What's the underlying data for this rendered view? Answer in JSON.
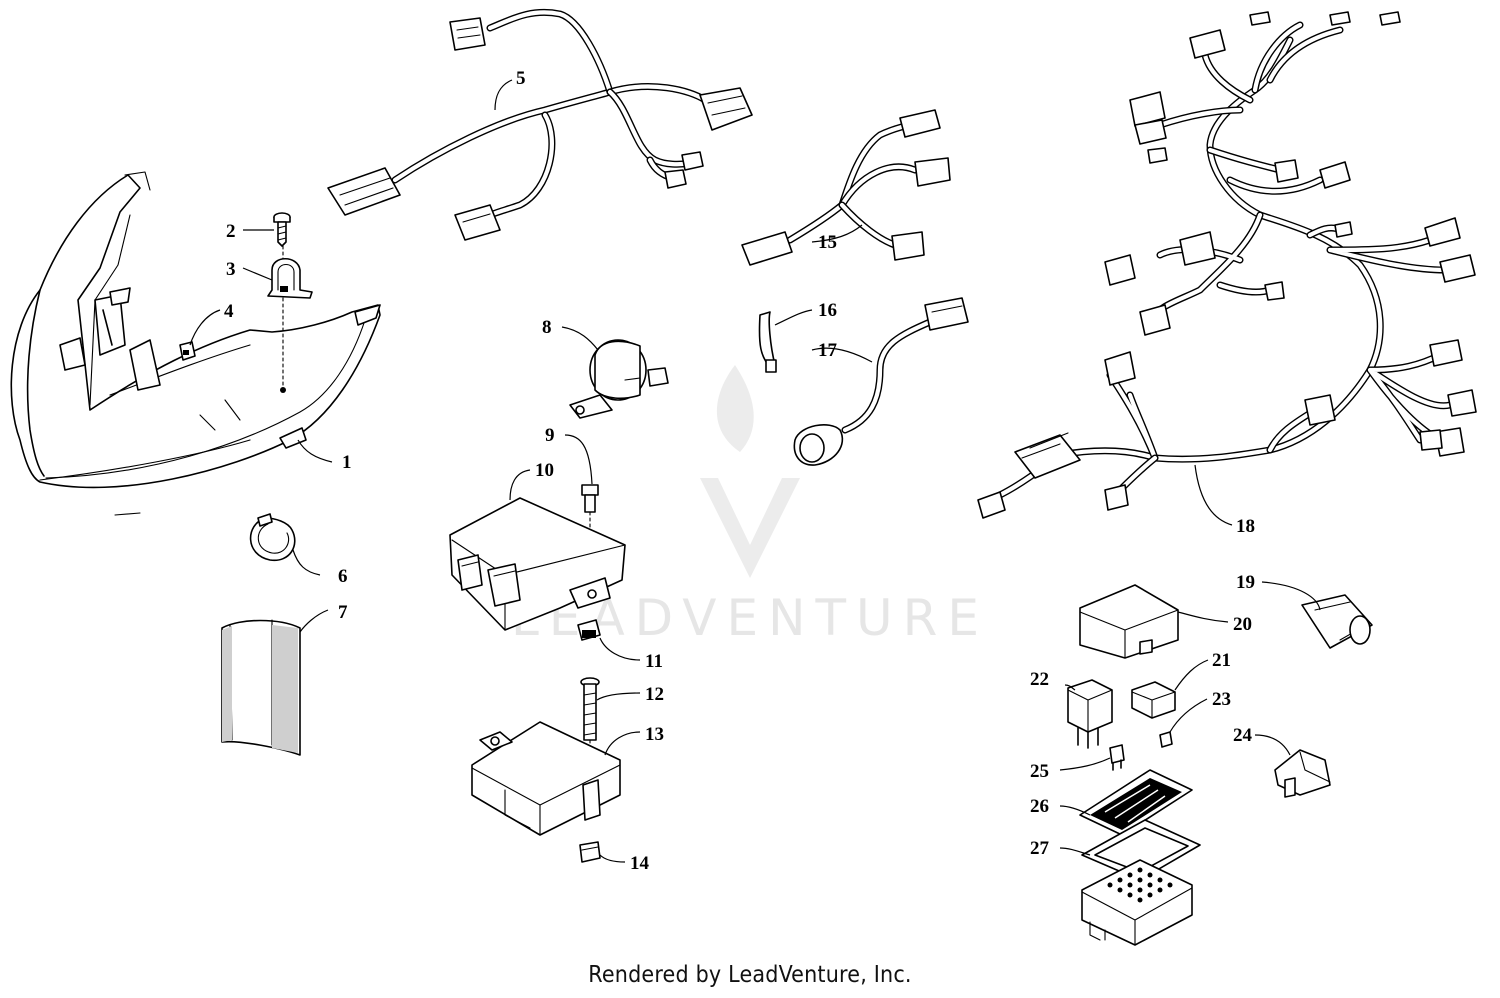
{
  "diagram": {
    "callouts": [
      {
        "id": "1",
        "label": "1"
      },
      {
        "id": "2",
        "label": "2"
      },
      {
        "id": "3",
        "label": "3"
      },
      {
        "id": "4",
        "label": "4"
      },
      {
        "id": "5",
        "label": "5"
      },
      {
        "id": "6",
        "label": "6"
      },
      {
        "id": "7",
        "label": "7"
      },
      {
        "id": "8",
        "label": "8"
      },
      {
        "id": "9",
        "label": "9"
      },
      {
        "id": "10",
        "label": "10"
      },
      {
        "id": "11",
        "label": "11"
      },
      {
        "id": "12",
        "label": "12"
      },
      {
        "id": "13",
        "label": "13"
      },
      {
        "id": "14",
        "label": "14"
      },
      {
        "id": "15",
        "label": "15"
      },
      {
        "id": "16",
        "label": "16"
      },
      {
        "id": "17",
        "label": "17"
      },
      {
        "id": "18",
        "label": "18"
      },
      {
        "id": "19",
        "label": "19"
      },
      {
        "id": "20",
        "label": "20"
      },
      {
        "id": "21",
        "label": "21"
      },
      {
        "id": "22",
        "label": "22"
      },
      {
        "id": "23",
        "label": "23"
      },
      {
        "id": "24",
        "label": "24"
      },
      {
        "id": "25",
        "label": "25"
      },
      {
        "id": "26",
        "label": "26"
      },
      {
        "id": "27",
        "label": "27"
      }
    ],
    "watermark": "LEADVENTURE",
    "footer": "Rendered by LeadVenture, Inc."
  },
  "colors": {
    "line": "#000000",
    "background": "#ffffff",
    "watermark": "#e6e6e6"
  }
}
